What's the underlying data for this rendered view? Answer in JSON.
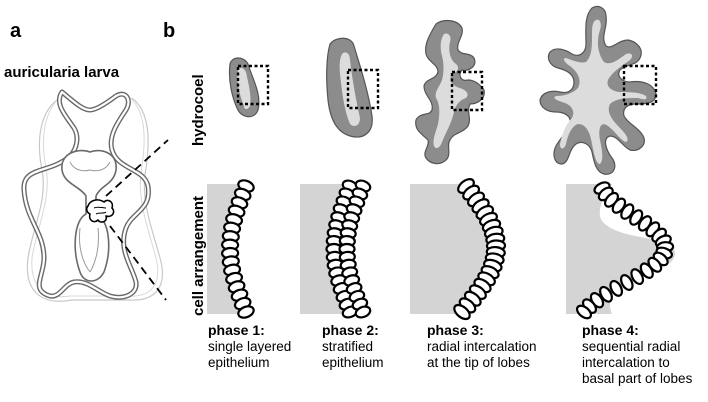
{
  "panel_a": {
    "label": "a",
    "title": "auricularia larva"
  },
  "panel_b": {
    "label": "b",
    "row_labels": {
      "top": "hydrocoel",
      "bottom": "cell arrangement"
    },
    "phases": [
      {
        "title": "phase 1:",
        "lines": [
          "single layered",
          "epithelium"
        ]
      },
      {
        "title": "phase 2:",
        "lines": [
          "stratified",
          "epithelium"
        ]
      },
      {
        "title": "phase 3:",
        "lines": [
          "radial intercalation",
          "at the tip of lobes"
        ]
      },
      {
        "title": "phase 4:",
        "lines": [
          "sequential radial",
          "intercalation to",
          "basal part of lobes"
        ]
      }
    ]
  },
  "colors": {
    "hydrocoel_outer": "#8c8c8c",
    "hydrocoel_inner": "#dcdcdc",
    "lumen_gray": "#d4d4d4",
    "outline": "#000000"
  }
}
